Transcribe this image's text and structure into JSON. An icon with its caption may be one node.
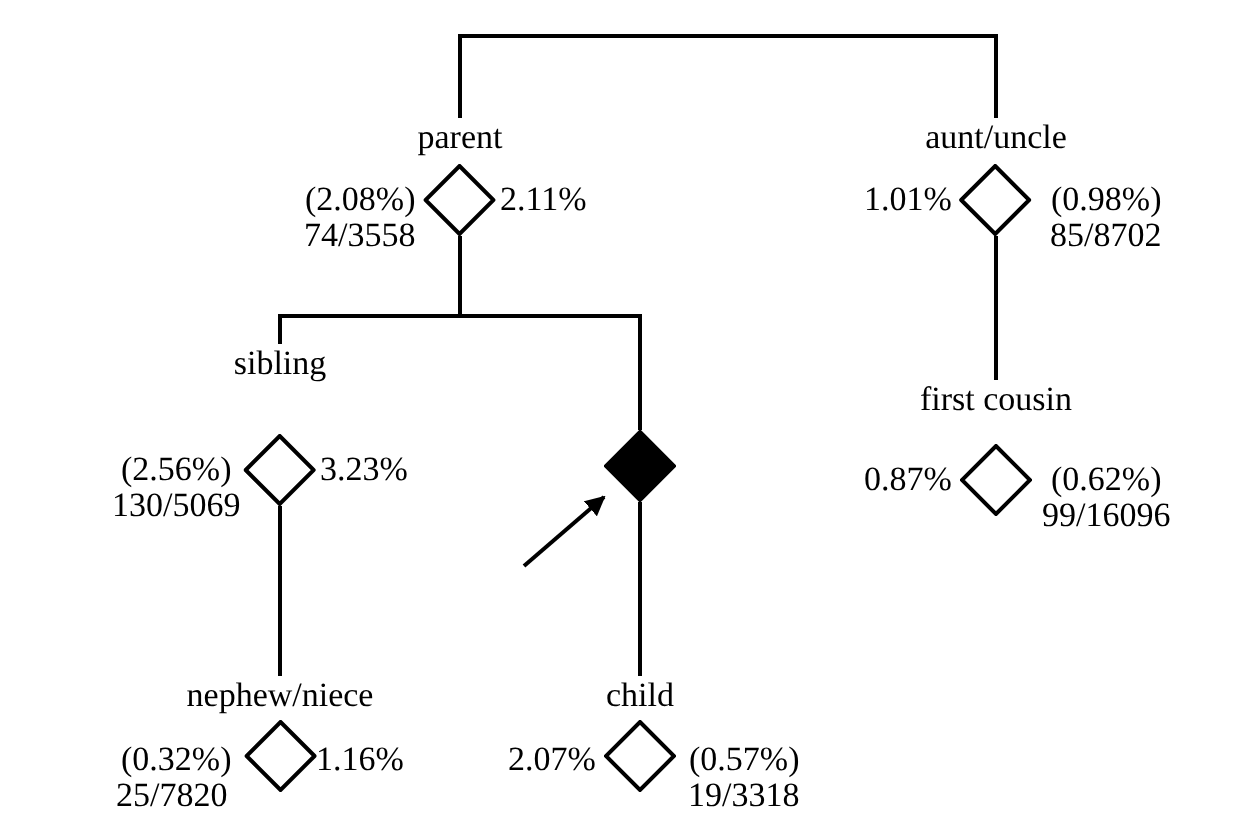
{
  "diagram": {
    "nodes": [
      {
        "text": [
          "parent"
        ],
        "beside": [
          "(2.08%)",
          "2.11%",
          "74/3558"
        ]
      },
      {
        "text": [
          "aunt/uncle"
        ],
        "beside": [
          "1.01%",
          "(0.98%)",
          "85/8702"
        ]
      },
      {
        "text": [
          "sibling"
        ],
        "beside": [
          "(2.56%)",
          "3.23%",
          "130/5069"
        ]
      },
      {
        "text": [],
        "shape": "diamond"
      },
      {
        "text": [
          "first cousin"
        ],
        "beside": [
          "0.87%",
          "(0.62%)",
          "99/16096"
        ]
      },
      {
        "text": [
          "nephew/niece"
        ],
        "beside": [
          "(0.32%)",
          "1.16%",
          "25/7820"
        ]
      },
      {
        "text": [
          "child"
        ],
        "beside": [
          "2.07%",
          "(0.57%)",
          "19/3318"
        ]
      }
    ],
    "edges": [
      {
        "from": 0,
        "to": 1,
        "arrow": "none"
      },
      {
        "from": 0,
        "to": 2,
        "arrow": "none"
      },
      {
        "from": 0,
        "to": 3,
        "arrow": "none"
      },
      {
        "from": 1,
        "to": 4,
        "arrow": "none"
      },
      {
        "from": 2,
        "to": 5,
        "arrow": "none"
      },
      {
        "from": 3,
        "to": 6,
        "arrow": "none"
      },
      {
        "from": null,
        "to": 3,
        "arrow": "to"
      }
    ]
  }
}
